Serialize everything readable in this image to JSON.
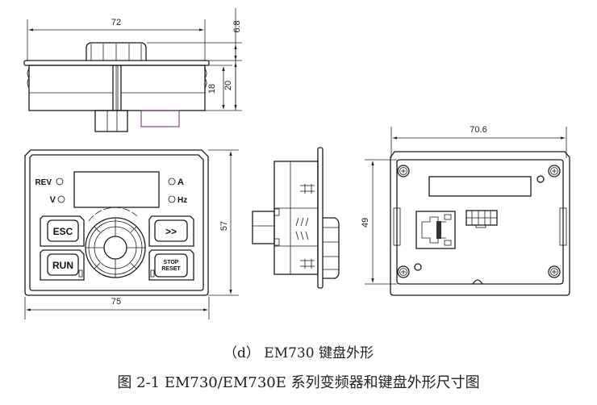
{
  "figure": {
    "subcaption": "（d） EM730 键盘外形",
    "caption": "图 2-1 EM730/EM730E 系列变频器和键盘外形尺寸图"
  },
  "top_view": {
    "dimensions": {
      "width": "72",
      "knob_height": "6.8",
      "body_depth_inner": "18",
      "body_depth_total": "20"
    }
  },
  "front_view": {
    "dimensions": {
      "width": "75",
      "height": "57"
    },
    "indicators": {
      "rev": "REV",
      "v": "V",
      "a": "A",
      "hz": "Hz"
    },
    "buttons": {
      "esc": "ESC",
      "shift": ">>",
      "run": "RUN",
      "stop_line1": "STOP",
      "stop_line2": "RESET"
    }
  },
  "side_view": {},
  "rear_view": {
    "dimensions": {
      "width": "70.6",
      "height": "49"
    }
  }
}
